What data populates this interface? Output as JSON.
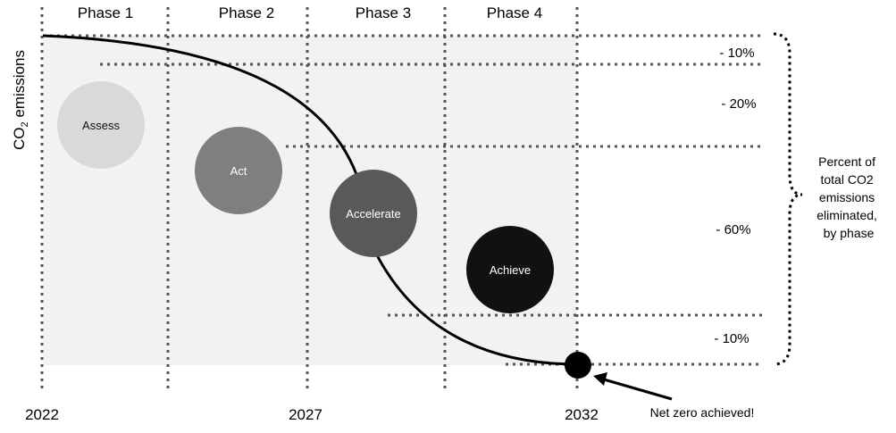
{
  "phases": [
    "Phase 1",
    "Phase 2",
    "Phase 3",
    "Phase 4"
  ],
  "years": [
    "2022",
    "2027",
    "2032"
  ],
  "y_axis_label": {
    "prefix": "CO",
    "subscript": "2",
    "suffix": " emissions"
  },
  "stages": [
    {
      "label": "Assess",
      "fill": "#d9d9d9",
      "text_color": "#111111"
    },
    {
      "label": "Act",
      "fill": "#7f7f7f",
      "text_color": "#ffffff"
    },
    {
      "label": "Accelerate",
      "fill": "#595959",
      "text_color": "#ffffff"
    },
    {
      "label": "Achieve",
      "fill": "#111111",
      "text_color": "#ffffff"
    }
  ],
  "reductions": [
    "- 10%",
    "- 20%",
    "- 60%",
    "- 10%"
  ],
  "brace_label": [
    "Percent of",
    "total CO2",
    "emissions",
    "eliminated,",
    "by phase"
  ],
  "net_zero_label": "Net zero achieved!",
  "colors": {
    "shaded_area": "#f2f2f2",
    "grid": "#555555",
    "curve": "#000000"
  }
}
